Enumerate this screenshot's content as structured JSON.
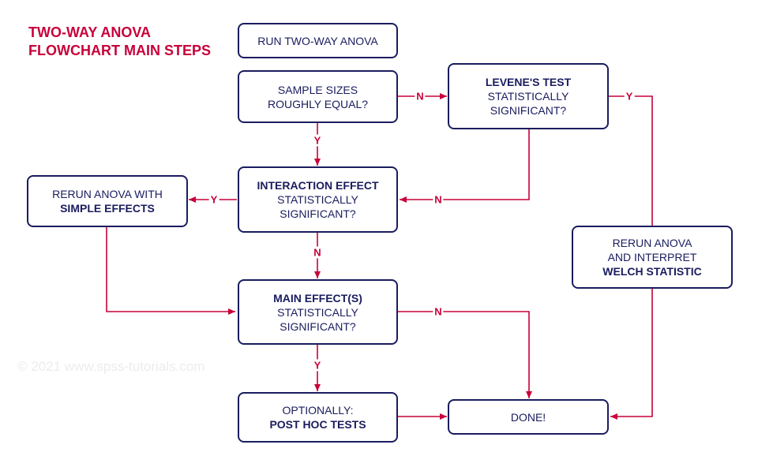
{
  "title": {
    "line1": "TWO-WAY ANOVA",
    "line2": "FLOWCHART MAIN STEPS"
  },
  "watermark": "© 2021 www.spss-tutorials.com",
  "colors": {
    "box_border": "#1a1c5e",
    "arrow": "#c8003a",
    "title": "#c8003a"
  },
  "nodes": {
    "run_anova": {
      "line1": "RUN TWO-WAY ANOVA"
    },
    "sample_sizes": {
      "line1": "SAMPLE SIZES",
      "line2": "ROUGHLY EQUAL?"
    },
    "levene": {
      "line1": "LEVENE'S TEST",
      "line2": "STATISTICALLY",
      "line3": "SIGNIFICANT?"
    },
    "interaction": {
      "line1": "INTERACTION EFFECT",
      "line2": "STATISTICALLY",
      "line3": "SIGNIFICANT?"
    },
    "simple_effects": {
      "line1": "RERUN ANOVA WITH",
      "line2": "SIMPLE EFFECTS"
    },
    "welch": {
      "line1": "RERUN ANOVA",
      "line2": "AND INTERPRET",
      "line3": "WELCH STATISTIC"
    },
    "main_effects": {
      "line1": "MAIN EFFECT(S)",
      "line2": "STATISTICALLY",
      "line3": "SIGNIFICANT?"
    },
    "post_hoc": {
      "line1": "OPTIONALLY:",
      "line2": "POST HOC TESTS"
    },
    "done": {
      "line1": "DONE!"
    }
  },
  "edge_labels": {
    "sample_to_levene": "N",
    "sample_to_interaction": "Y",
    "levene_to_welch": "Y",
    "levene_to_interaction": "N",
    "interaction_to_simple": "Y",
    "interaction_to_main": "N",
    "main_to_done": "N",
    "main_to_posthoc": "Y"
  }
}
